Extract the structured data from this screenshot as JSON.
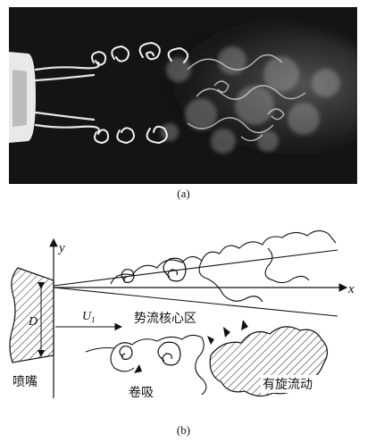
{
  "panel_a": {
    "caption": "(a)"
  },
  "panel_b": {
    "caption": "(b)",
    "axis_y": "y",
    "axis_x": "x",
    "velocity_symbol": "U",
    "velocity_subscript": "1",
    "diameter_symbol": "D",
    "label_nozzle": "喷嘴",
    "label_potential_core": "势流核心区",
    "label_entrainment": "卷吸",
    "label_rotational_flow": "有旋流动"
  },
  "colors": {
    "ink": "#111111",
    "photo_background": "#141414",
    "smoke": "#e6e6e6"
  }
}
